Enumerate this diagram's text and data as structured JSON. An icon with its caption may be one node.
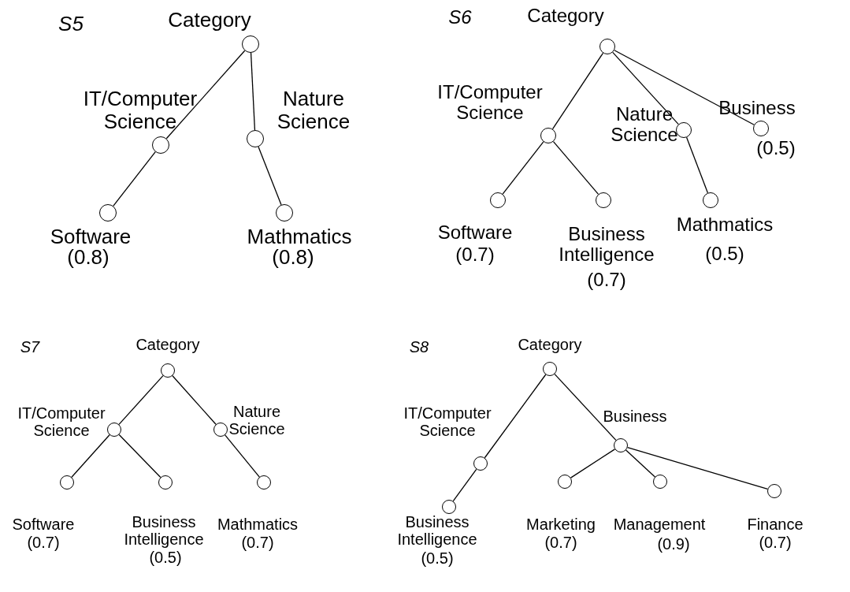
{
  "diagram": {
    "nodes": [
      {
        "text": [],
        "shape": "circle",
        "beside": [
          "Category"
        ]
      },
      {
        "text": [],
        "shape": "circle",
        "beside": [
          "IT/Computer Science"
        ]
      },
      {
        "text": [],
        "shape": "circle",
        "beside": [
          "Nature Science"
        ]
      },
      {
        "text": [],
        "shape": "circle",
        "beside": [
          "Software",
          "(0.8)"
        ]
      },
      {
        "text": [],
        "shape": "circle",
        "beside": [
          "Mathmatics",
          "(0.8)"
        ]
      },
      {
        "text": [],
        "shape": "circle",
        "beside": [
          "Category"
        ]
      },
      {
        "text": [],
        "shape": "circle",
        "beside": [
          "IT/Computer Science"
        ]
      },
      {
        "text": [],
        "shape": "circle",
        "beside": [
          "Nature Science"
        ]
      },
      {
        "text": [],
        "shape": "circle",
        "beside": [
          "Business",
          "(0.5)"
        ]
      },
      {
        "text": [],
        "shape": "circle",
        "beside": [
          "Software",
          "(0.7)"
        ]
      },
      {
        "text": [],
        "shape": "circle",
        "beside": [
          "Business Intelligence",
          "(0.7)"
        ]
      },
      {
        "text": [],
        "shape": "circle",
        "beside": [
          "Mathmatics",
          "(0.5)"
        ]
      },
      {
        "text": [],
        "shape": "circle",
        "beside": [
          "Category"
        ]
      },
      {
        "text": [],
        "shape": "circle",
        "beside": [
          "IT/Computer Science"
        ]
      },
      {
        "text": [],
        "shape": "circle",
        "beside": [
          "Nature Science"
        ]
      },
      {
        "text": [],
        "shape": "circle",
        "beside": [
          "Software",
          "(0.7)"
        ]
      },
      {
        "text": [],
        "shape": "circle",
        "beside": [
          "Business Intelligence",
          "(0.5)"
        ]
      },
      {
        "text": [],
        "shape": "circle",
        "beside": [
          "Mathmatics",
          "(0.7)"
        ]
      },
      {
        "text": [],
        "shape": "circle",
        "beside": [
          "Category"
        ]
      },
      {
        "text": [],
        "shape": "circle",
        "beside": [
          "IT/Computer Science"
        ]
      },
      {
        "text": [],
        "shape": "circle",
        "beside": [
          "Business"
        ]
      },
      {
        "text": [],
        "shape": "circle",
        "beside": [
          "Business Intelligence",
          "(0.5)"
        ]
      },
      {
        "text": [],
        "shape": "circle",
        "beside": [
          "Marketing",
          "(0.7)"
        ]
      },
      {
        "text": [],
        "shape": "circle",
        "beside": [
          "Management",
          "(0.9)"
        ]
      },
      {
        "text": [],
        "shape": "circle",
        "beside": [
          "Finance",
          "(0.7)"
        ]
      }
    ],
    "edges": [
      {
        "from": 0,
        "to": 1,
        "arrow": "none"
      },
      {
        "from": 0,
        "to": 2,
        "arrow": "none"
      },
      {
        "from": 1,
        "to": 3,
        "arrow": "none"
      },
      {
        "from": 2,
        "to": 4,
        "arrow": "none"
      },
      {
        "from": 5,
        "to": 6,
        "arrow": "none"
      },
      {
        "from": 5,
        "to": 7,
        "arrow": "none"
      },
      {
        "from": 5,
        "to": 8,
        "arrow": "none"
      },
      {
        "from": 6,
        "to": 9,
        "arrow": "none"
      },
      {
        "from": 6,
        "to": 10,
        "arrow": "none"
      },
      {
        "from": 7,
        "to": 11,
        "arrow": "none"
      },
      {
        "from": 12,
        "to": 13,
        "arrow": "none"
      },
      {
        "from": 12,
        "to": 14,
        "arrow": "none"
      },
      {
        "from": 13,
        "to": 15,
        "arrow": "none"
      },
      {
        "from": 13,
        "to": 16,
        "arrow": "none"
      },
      {
        "from": 14,
        "to": 17,
        "arrow": "none"
      },
      {
        "from": 18,
        "to": 19,
        "arrow": "none"
      },
      {
        "from": 18,
        "to": 20,
        "arrow": "none"
      },
      {
        "from": 19,
        "to": 21,
        "arrow": "none"
      },
      {
        "from": 20,
        "to": 22,
        "arrow": "none"
      },
      {
        "from": 20,
        "to": 23,
        "arrow": "none"
      },
      {
        "from": 20,
        "to": 24,
        "arrow": "none"
      }
    ],
    "labels": [
      "S5",
      "S6",
      "S7",
      "S8"
    ]
  }
}
